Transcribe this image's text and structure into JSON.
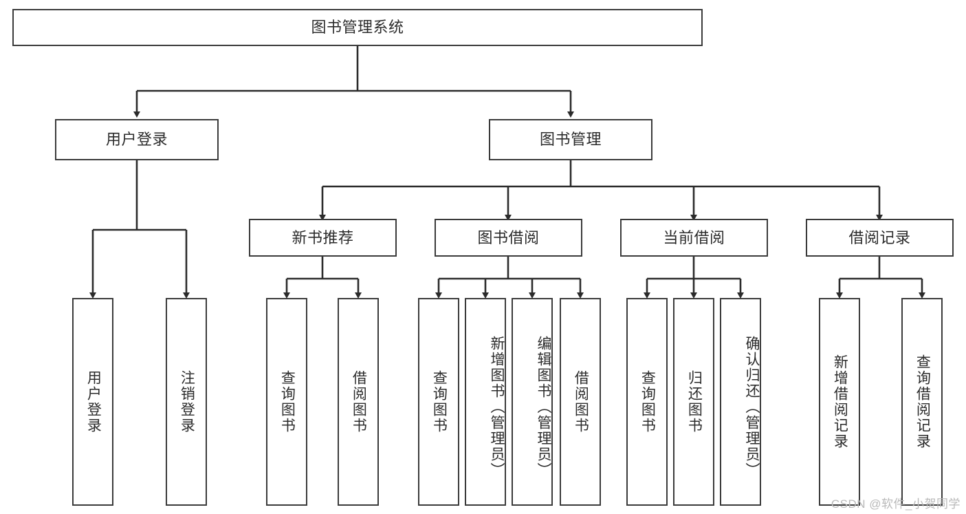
{
  "diagram": {
    "title_text": "图书管理系统",
    "type": "tree",
    "watermark": "CSDN @软件_小贺同学",
    "colors": {
      "box_border": "#3a3a3a",
      "box_fill": "#ffffff",
      "text": "#2b2b2b",
      "connector": "#2b2b2b",
      "watermark": "#b9b9b9",
      "background": "#ffffff"
    },
    "nodes": {
      "root": {
        "label": "图书管理系统"
      },
      "level2": [
        {
          "id": "user-login",
          "label": "用户登录"
        },
        {
          "id": "book-management",
          "label": "图书管理"
        }
      ],
      "level3": [
        {
          "id": "new-book-recommend",
          "label": "新书推荐"
        },
        {
          "id": "book-borrow",
          "label": "图书借阅"
        },
        {
          "id": "current-borrow",
          "label": "当前借阅"
        },
        {
          "id": "borrow-record",
          "label": "借阅记录"
        }
      ],
      "leaves": {
        "user-login": [
          {
            "id": "leaf-user-login",
            "label": "用户登录"
          },
          {
            "id": "leaf-logout",
            "label": "注销登录"
          }
        ],
        "new-book-recommend": [
          {
            "id": "leaf-query-book-1",
            "label": "查询图书"
          },
          {
            "id": "leaf-borrow-book-1",
            "label": "借阅图书"
          }
        ],
        "book-borrow": [
          {
            "id": "leaf-query-book-2",
            "label": "查询图书"
          },
          {
            "id": "leaf-add-book",
            "label": "新增图书（管理员）"
          },
          {
            "id": "leaf-edit-book",
            "label": "编辑图书（管理员）"
          },
          {
            "id": "leaf-borrow-book-2",
            "label": "借阅图书"
          }
        ],
        "current-borrow": [
          {
            "id": "leaf-query-book-3",
            "label": "查询图书"
          },
          {
            "id": "leaf-return-book",
            "label": "归还图书"
          },
          {
            "id": "leaf-confirm-return",
            "label": "确认归还（管理员）"
          }
        ],
        "borrow-record": [
          {
            "id": "leaf-add-record",
            "label": "新增借阅记录"
          },
          {
            "id": "leaf-query-record",
            "label": "查询借阅记录"
          }
        ]
      }
    }
  }
}
